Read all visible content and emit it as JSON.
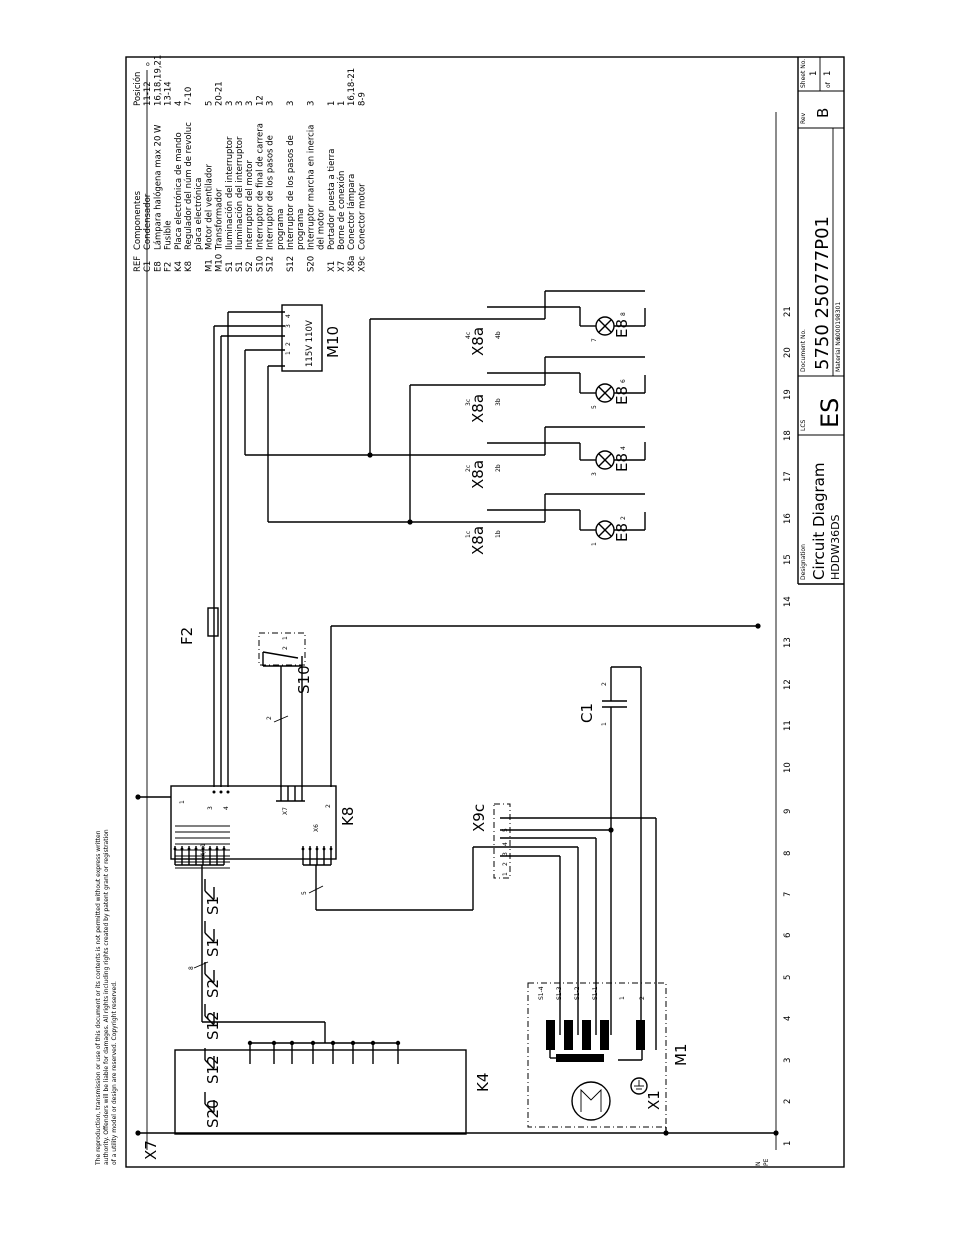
{
  "notice": {
    "lines": [
      "The reproduction, transmission or use of this document or its contents is not permitted without  express  written",
      "authority. Offenders will be liable for damages. All rights including rights created by patent grant or registration",
      "of a utility model or design are reserved. Copyright reserved."
    ]
  },
  "refs": {
    "X7": "X7",
    "K4": "K4",
    "K8": "K8",
    "F2": "F2",
    "S10": "S10",
    "C1": "C1",
    "X9c": "X9c",
    "M1": "M1",
    "X1": "X1",
    "M10": "M10",
    "X8a": "X8a",
    "E8": "E8"
  },
  "switches": [
    "S20",
    "S12",
    "S12",
    "S2",
    "S1",
    "S1"
  ],
  "rails": {
    "N": "N",
    "PE": "PE"
  },
  "pin_labels": {
    "k8_left": "x4/x1",
    "k8_one": "1",
    "k8_three": "3",
    "k8_four": "4",
    "k8_x7": "X7",
    "k8_x6": "X6",
    "k8_two": "2",
    "wire_count_8": "8",
    "wire_count_5": "5",
    "wire_count_2": "2",
    "m1_pins": [
      "S1-4",
      "S1-3",
      "S1-2",
      "S1-1",
      "1",
      "2"
    ],
    "x9c_pins": [
      "1",
      "2",
      "3",
      "4",
      "5"
    ],
    "c1_pins": [
      "1",
      "2"
    ],
    "m10_pins": [
      "1",
      "2",
      "3",
      "4"
    ],
    "m10_voltage": "115V  110V",
    "x8a_top": [
      "1c",
      "2c",
      "3c",
      "4c"
    ],
    "x8a_bottom": [
      "1b",
      "2b",
      "3b",
      "4b"
    ],
    "e8_pins": [
      [
        "1",
        "2"
      ],
      [
        "3",
        "4"
      ],
      [
        "5",
        "6"
      ],
      [
        "7",
        "8"
      ]
    ]
  },
  "columns": [
    "1",
    "2",
    "3",
    "4",
    "5",
    "6",
    "7",
    "8",
    "9",
    "10",
    "11",
    "12",
    "13",
    "14",
    "15",
    "16",
    "17",
    "18",
    "19",
    "20",
    "21"
  ],
  "component_table": {
    "header": {
      "ref": "REF",
      "component": "Componentes",
      "position": "Posición"
    },
    "rows": [
      {
        "ref": "C1",
        "component": "Condensador",
        "position": "11-12"
      },
      {
        "ref": "E8",
        "component": "Lámpara halógena  max 20 W",
        "position": "16,18,19,21"
      },
      {
        "ref": "F2",
        "component": "Fusible",
        "position": "13-14"
      },
      {
        "ref": "K4",
        "component": "Placa electrónica de mando",
        "position": "4"
      },
      {
        "ref": "K8",
        "component": "Regulador del núm de revoluc",
        "position": "7-10"
      },
      {
        "ref": "",
        "component": "placa electrónica",
        "position": ""
      },
      {
        "ref": "M1",
        "component": "Motor del ventilador",
        "position": "5"
      },
      {
        "ref": "M10",
        "component": "Transformador",
        "position": "20-21"
      },
      {
        "ref": "S1",
        "component": "Iluminación del interruptor",
        "position": "3"
      },
      {
        "ref": "S1",
        "component": "Iluminación del interruptor",
        "position": "3"
      },
      {
        "ref": "S2",
        "component": "Interruptor del motor",
        "position": "3"
      },
      {
        "ref": "S10",
        "component": "Interruptor de final de carrera",
        "position": "12"
      },
      {
        "ref": "S12",
        "component": "Interruptor de los pasos de",
        "position": "3"
      },
      {
        "ref": "",
        "component": "programa",
        "position": ""
      },
      {
        "ref": "S12",
        "component": "Interruptor de los pasos de",
        "position": "3"
      },
      {
        "ref": "",
        "component": "programa",
        "position": ""
      },
      {
        "ref": "S20",
        "component": "Interruptor marcha en inercia",
        "position": "3"
      },
      {
        "ref": "",
        "component": "del motor",
        "position": ""
      },
      {
        "ref": "X1",
        "component": "Portador puesta a tierra",
        "position": "1"
      },
      {
        "ref": "X7",
        "component": "Borne de conexión",
        "position": "1"
      },
      {
        "ref": "X8a",
        "component": "Conector lámpara",
        "position": "16,18-21"
      },
      {
        "ref": "X9c",
        "component": "Conector motor",
        "position": "8-9"
      }
    ]
  },
  "title_block": {
    "designation_label": "Designation",
    "title": "Circuit Diagram",
    "model": "HDDW36DS",
    "lcs_label": "LCS",
    "lcs": "ES",
    "document_label": "Document No.",
    "document_no": "5750 250777P01",
    "material_label": "Material No.",
    "material_no": "9000198301",
    "rev_label": "Rev",
    "rev": "B",
    "sheet_label": "Sheet No.",
    "sheet": "1",
    "of_label": "of",
    "sheet_total": "1"
  }
}
